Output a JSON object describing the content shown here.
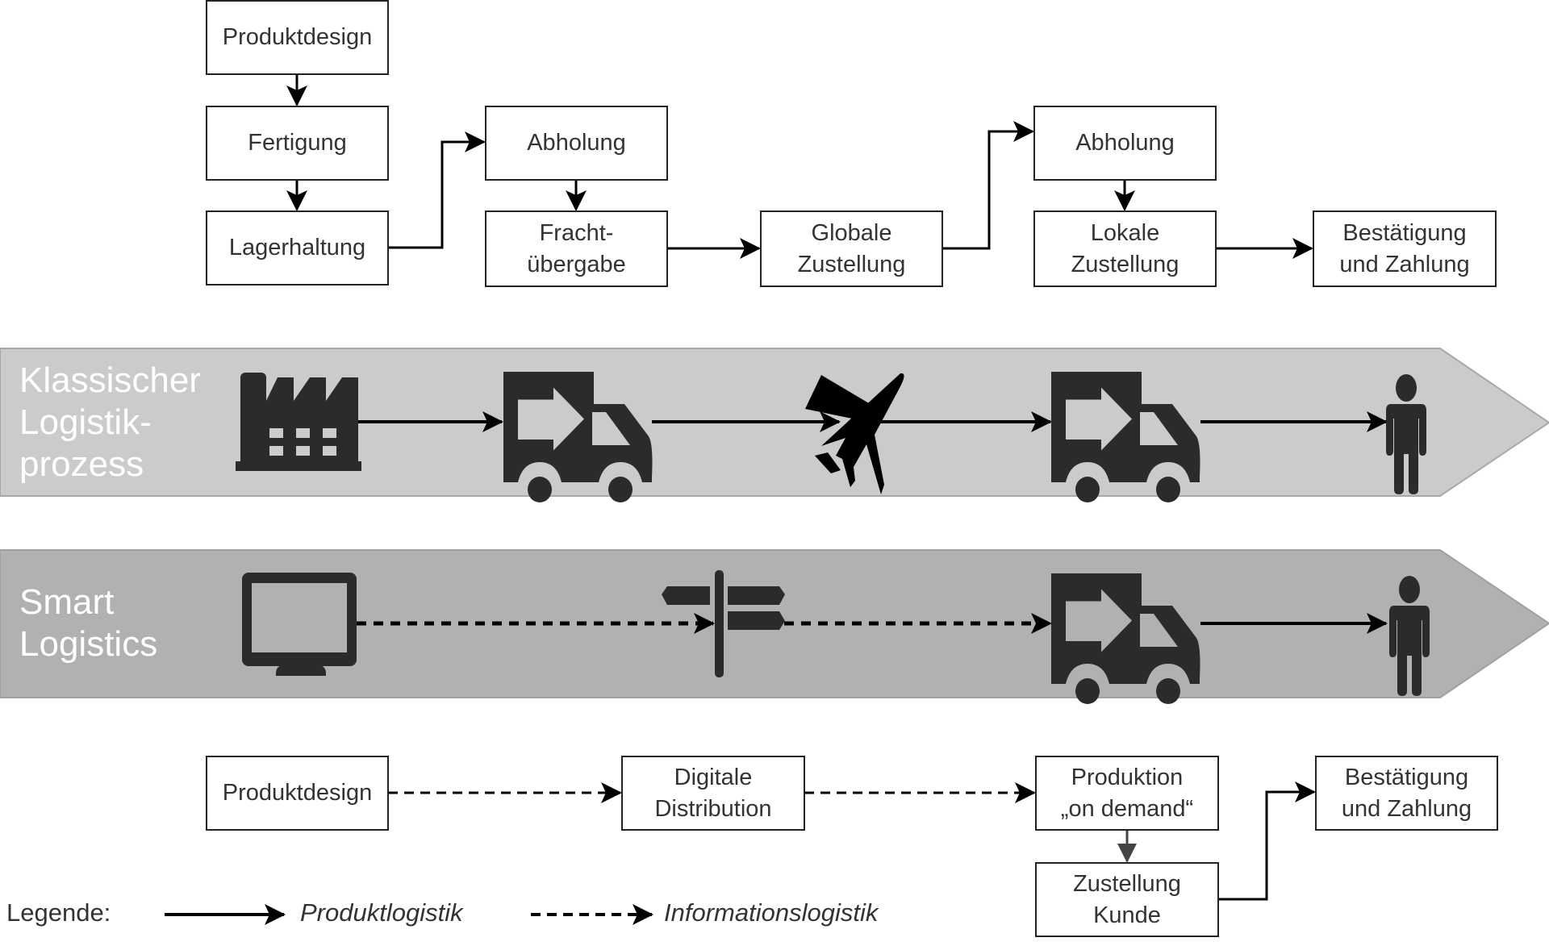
{
  "classic_flow": {
    "boxes": [
      {
        "id": "produktdesign",
        "label": "Produktdesign"
      },
      {
        "id": "fertigung",
        "label": "Fertigung"
      },
      {
        "id": "lagerhaltung",
        "label": "Lagerhaltung"
      },
      {
        "id": "abholung1",
        "label": "Abholung"
      },
      {
        "id": "frachtuebergabe",
        "label": "Fracht-\nübergabe"
      },
      {
        "id": "globale-zustellung",
        "label": "Globale\nZustellung"
      },
      {
        "id": "abholung2",
        "label": "Abholung"
      },
      {
        "id": "lokale-zustellung",
        "label": "Lokale\nZustellung"
      },
      {
        "id": "bestaetigung1",
        "label": "Bestätigung\nund Zahlung"
      }
    ]
  },
  "bands": [
    {
      "label": "Klassischer\nLogistik-\nprozess",
      "color": "#cbcbcb",
      "icons": [
        "factory-icon",
        "delivery-truck-icon",
        "airplane-icon",
        "delivery-truck-icon",
        "person-icon"
      ],
      "links": [
        "solid",
        "solid",
        "solid",
        "solid"
      ]
    },
    {
      "label": "Smart\nLogistics",
      "color": "#b1b1b1",
      "icons": [
        "monitor-icon",
        "signpost-icon",
        "delivery-truck-icon",
        "person-icon"
      ],
      "links": [
        "dashed",
        "dashed",
        "solid"
      ]
    }
  ],
  "smart_flow": {
    "boxes": [
      {
        "id": "produktdesign2",
        "label": "Produktdesign"
      },
      {
        "id": "digitale-distribution",
        "label": "Digitale\nDistribution"
      },
      {
        "id": "produktion-on-demand",
        "label": "Produktion\n„on demand“"
      },
      {
        "id": "zustellung-kunde",
        "label": "Zustellung\nKunde"
      },
      {
        "id": "bestaetigung2",
        "label": "Bestätigung\nund Zahlung"
      }
    ]
  },
  "legend": {
    "title": "Legende:",
    "items": [
      {
        "style": "solid",
        "label": "Produktlogistik"
      },
      {
        "style": "dashed",
        "label": "Informationslogistik"
      }
    ]
  },
  "colors": {
    "icon": "#2b2b2b",
    "line": "#000000",
    "box_border": "#222222",
    "text": "#333333"
  }
}
